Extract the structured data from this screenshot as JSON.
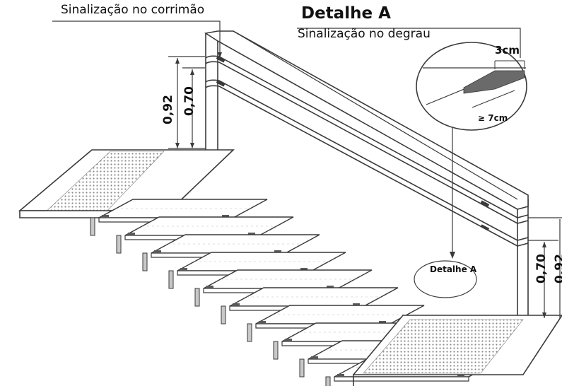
{
  "labels": {
    "handrail_signage": "Sinalização no corrimão",
    "detail_title": "Detalhe A",
    "detail_subtitle": "Sinalização no degrau",
    "width_3cm": "3cm",
    "length_7cm": "≥ 7cm",
    "detail_marker": "Detalhe A",
    "height_092": "0,92",
    "height_070": "0,70"
  },
  "colors": {
    "line": "#3a3a3a",
    "stair_fill": "#ffffff",
    "riser_shade": "#c8c8c8",
    "tread_mark": "#5a5a5a",
    "tactile": "#9a9a9a"
  },
  "stairs": {
    "step_count": 10
  }
}
